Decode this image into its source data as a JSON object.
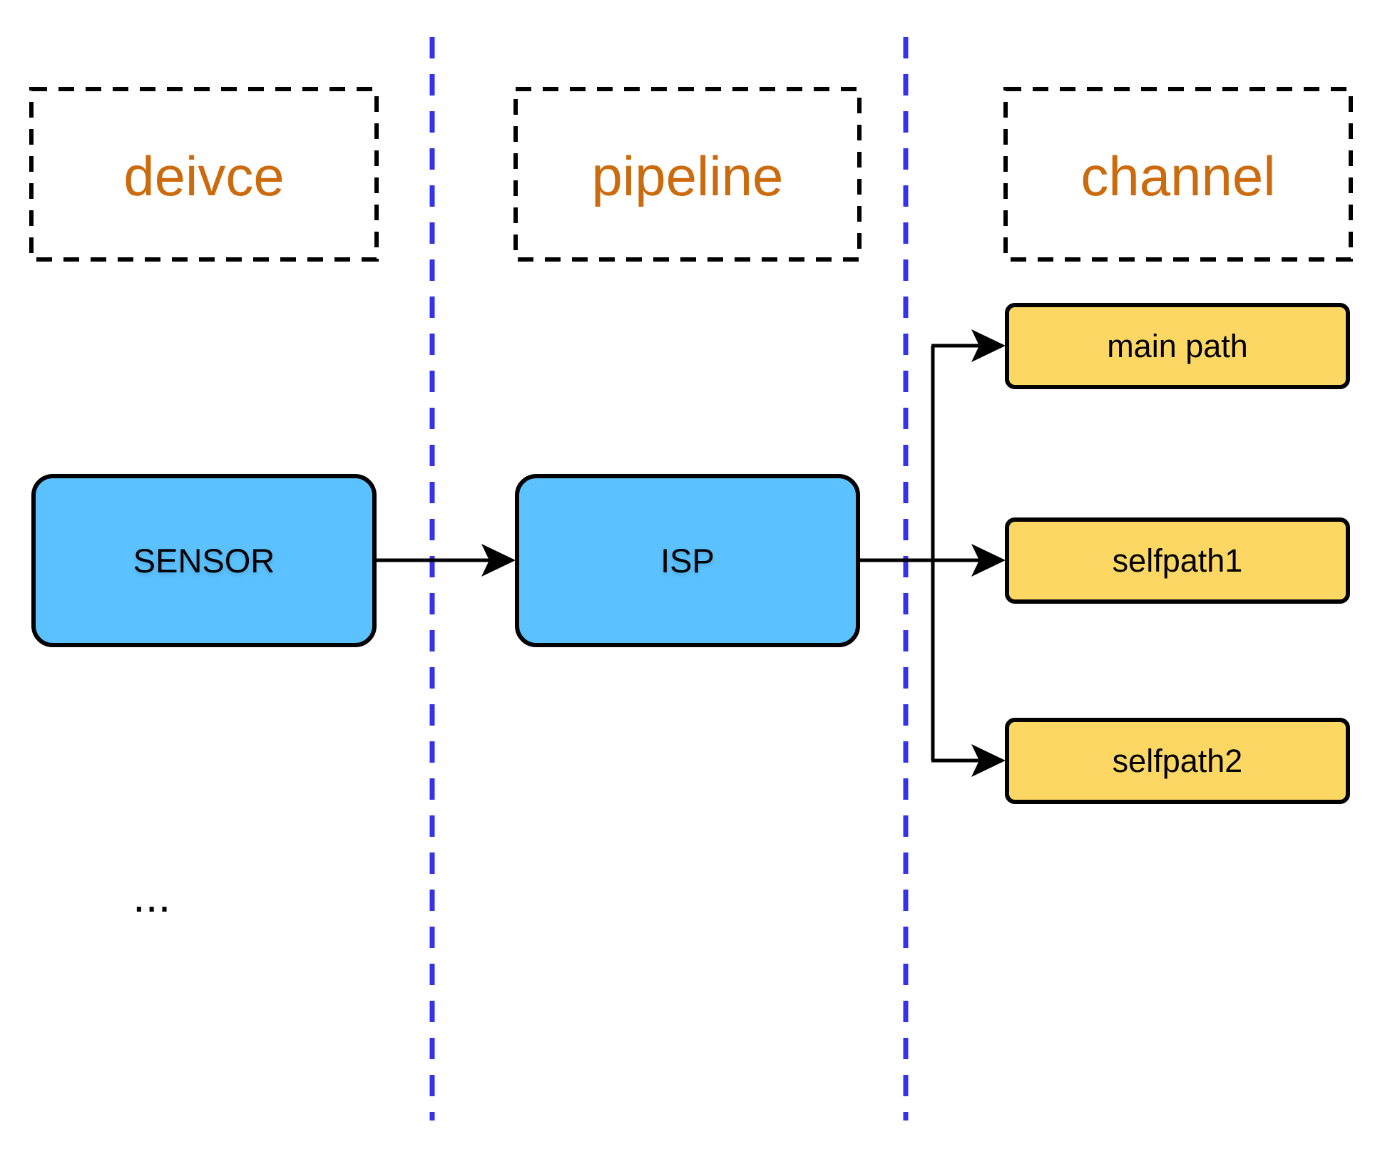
{
  "columns": [
    {
      "label": "deivce"
    },
    {
      "label": "pipeline"
    },
    {
      "label": "channel"
    }
  ],
  "nodes": {
    "sensor": "SENSOR",
    "isp": "ISP",
    "main_path": "main path",
    "selfpath1": "selfpath1",
    "selfpath2": "selfpath2"
  },
  "more": "...",
  "colors": {
    "header_text": "#cc6b0d",
    "divider": "#3333ee",
    "blue_fill": "#5bc2ff",
    "yellow_fill": "#fdd764"
  }
}
